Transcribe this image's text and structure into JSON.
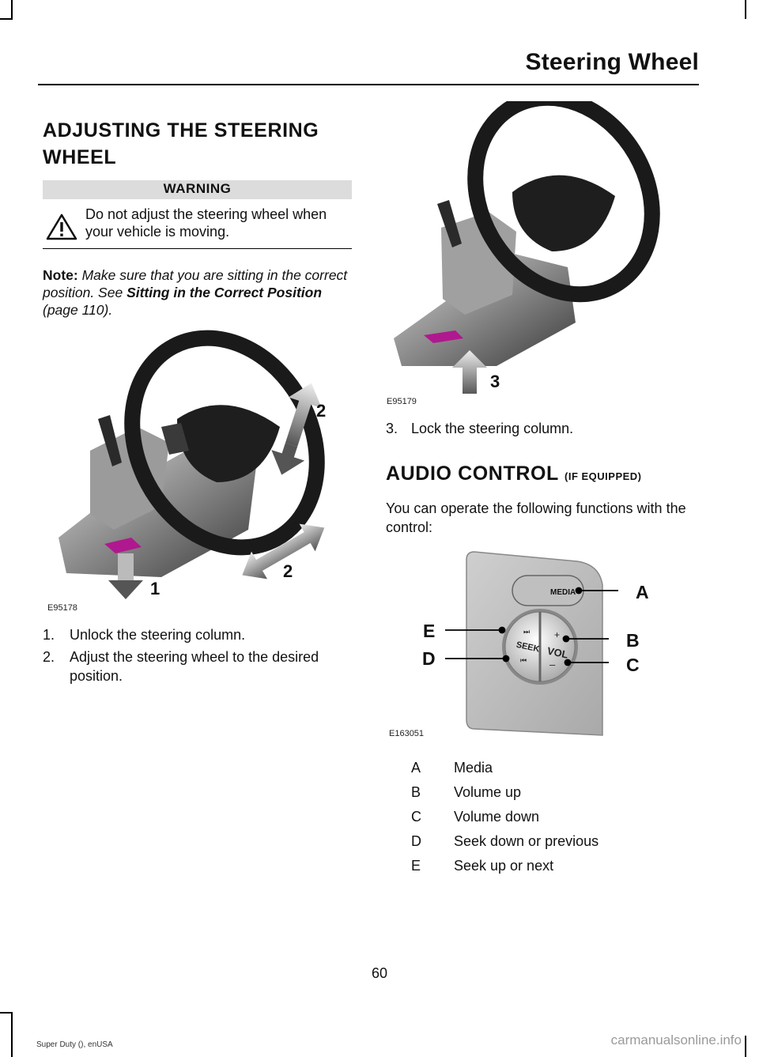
{
  "header": {
    "title": "Steering Wheel"
  },
  "adjust": {
    "heading_line1": "ADJUSTING THE STEERING",
    "heading_line2": "WHEEL",
    "warning_title": "WARNING",
    "warning_text": "Do not adjust the steering wheel when your vehicle is moving.",
    "note_label": "Note:",
    "note_text": "Make sure that you are sitting in the correct position.  See",
    "note_link": "Sitting in the Correct Position",
    "note_page": "(page 110).",
    "figure1": {
      "code": "E95178",
      "callouts": [
        "2",
        "2",
        "1"
      ]
    },
    "figure2": {
      "code": "E95179",
      "callouts": [
        "3"
      ]
    },
    "steps": [
      {
        "num": "1.",
        "text": "Unlock the steering column."
      },
      {
        "num": "2.",
        "text": "Adjust the steering wheel to the desired position."
      }
    ],
    "step3": {
      "num": "3.",
      "text": "Lock the steering column."
    }
  },
  "audio": {
    "heading": "AUDIO CONTROL",
    "heading_suffix": "(IF EQUIPPED)",
    "intro": "You can operate the following functions with the control:",
    "figure": {
      "code": "E163051",
      "button_media": "MEDIA",
      "label_seek": "SEEK",
      "label_vol": "VOL",
      "plus": "+",
      "minus": "–",
      "callouts": [
        "A",
        "B",
        "C",
        "D",
        "E"
      ]
    },
    "keys": [
      {
        "letter": "A",
        "text": "Media"
      },
      {
        "letter": "B",
        "text": "Volume up"
      },
      {
        "letter": "C",
        "text": "Volume down"
      },
      {
        "letter": "D",
        "text": "Seek down or previous"
      },
      {
        "letter": "E",
        "text": "Seek up or next"
      }
    ]
  },
  "footer": {
    "page_number": "60",
    "doc_id": "Super Duty (), enUSA",
    "watermark": "carmanualsonline.info"
  }
}
